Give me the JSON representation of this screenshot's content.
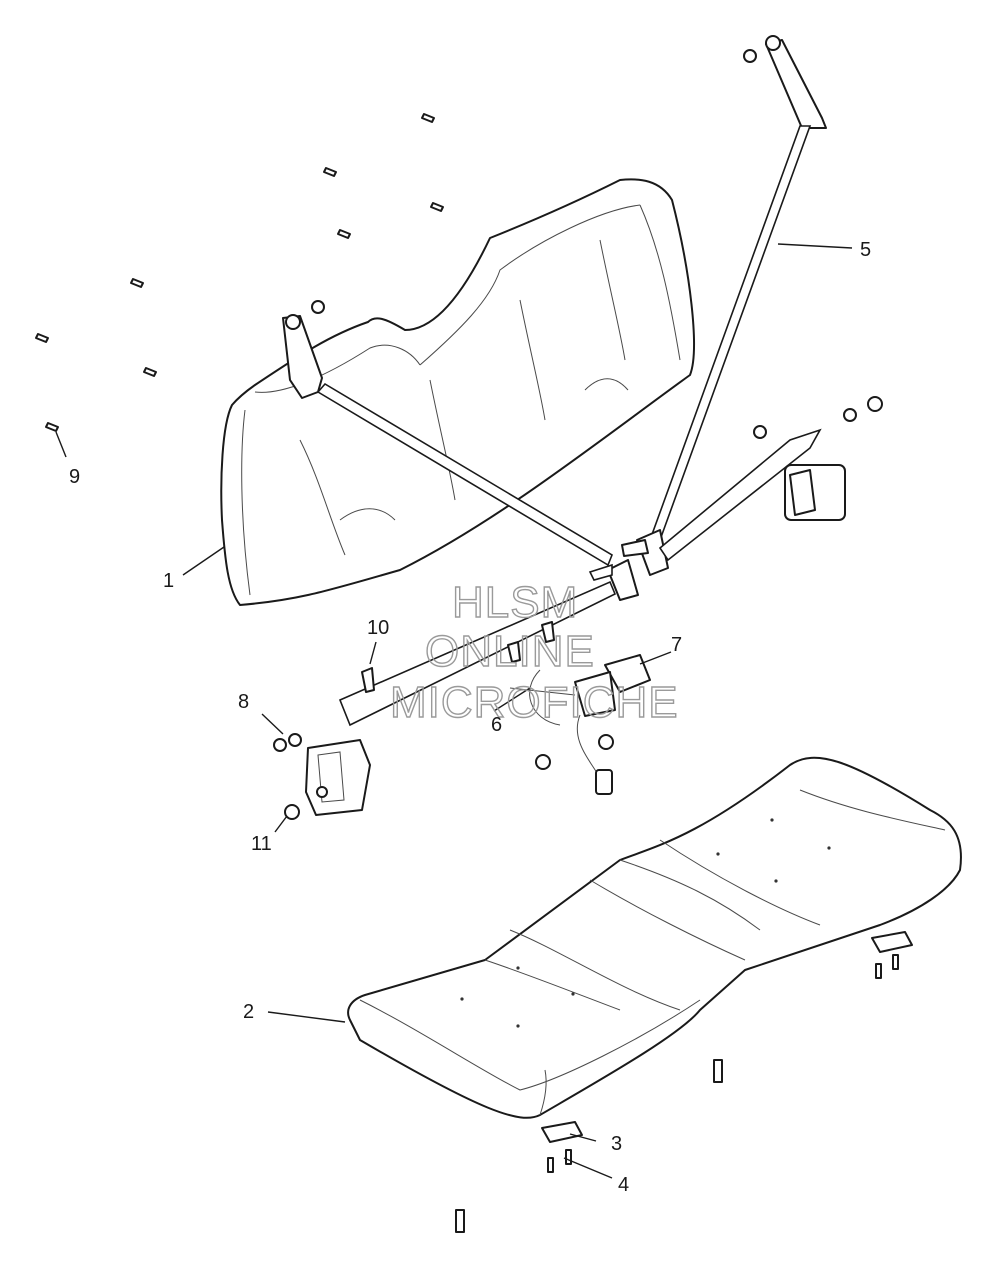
{
  "watermark": {
    "line1": "HLSM",
    "line2": "ONLINE",
    "line3": "MICROFICHE"
  },
  "callouts": {
    "c1": "1",
    "c2": "2",
    "c3": "3",
    "c4": "4",
    "c5": "5",
    "c6": "6",
    "c7": "7",
    "c8": "8",
    "c9": "9",
    "c10": "10",
    "c11": "11"
  }
}
